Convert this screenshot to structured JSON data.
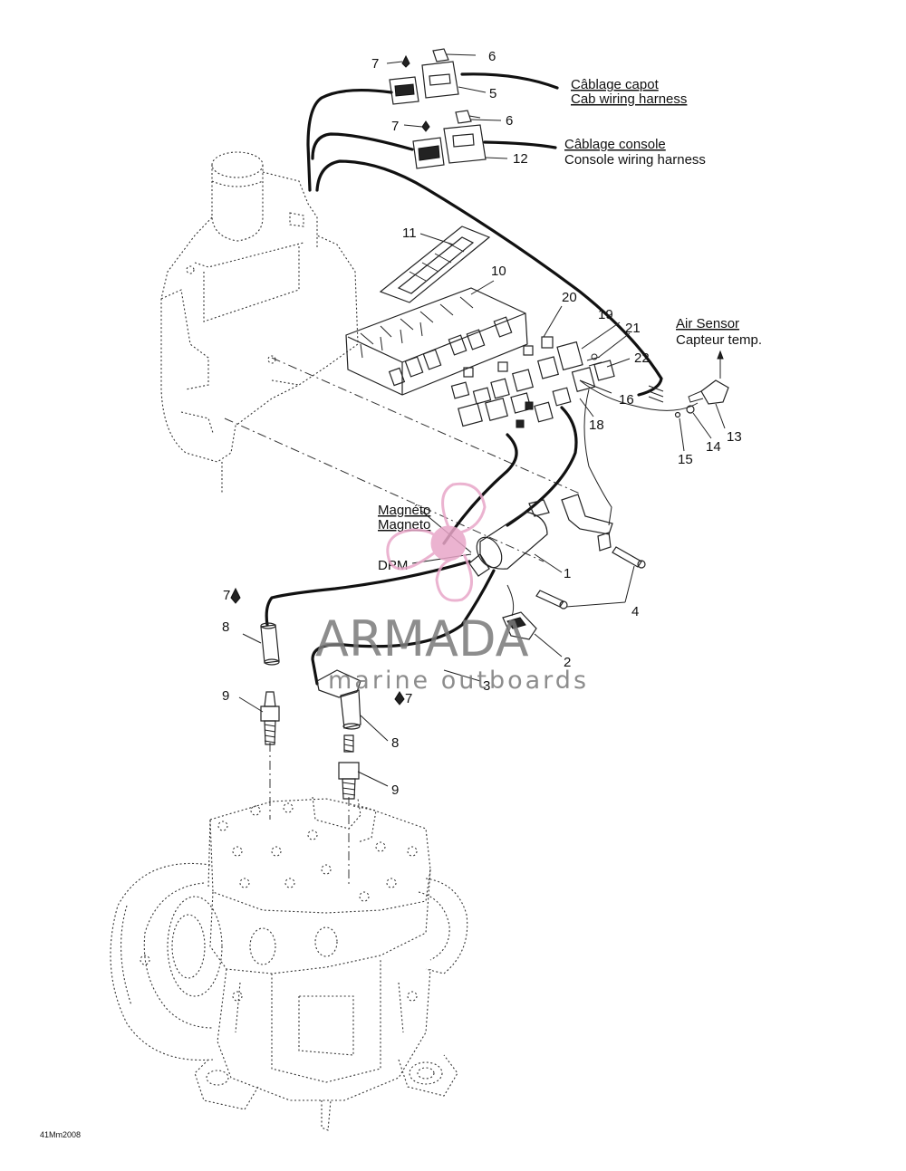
{
  "labels": {
    "cab_fr": "Câblage capot",
    "cab_en": "Cab wiring harness",
    "console_fr": "Câblage console",
    "console_en": "Console wiring harness",
    "air_en": "Air Sensor",
    "air_fr": "Capteur temp.",
    "magneto_fr": "Magnéto",
    "magneto_en": "Magneto",
    "dpm": "DPM"
  },
  "parts": {
    "p1": "1",
    "p2": "2",
    "p3": "3",
    "p4": "4",
    "p5": "5",
    "p6a": "6",
    "p6b": "6",
    "p7a": "7",
    "p7b": "7",
    "p7c": "7",
    "p7d": "7",
    "p8a": "8",
    "p8b": "8",
    "p9a": "9",
    "p9b": "9",
    "p10": "10",
    "p11": "11",
    "p12": "12",
    "p13": "13",
    "p14": "14",
    "p15": "15",
    "p16": "16",
    "p18": "18",
    "p19": "19",
    "p20": "20",
    "p21": "21",
    "p22": "22"
  },
  "watermark": {
    "brand": "ARMADA",
    "tagline": "marine outboards"
  },
  "figure_code": "41Mm2008",
  "colors": {
    "watermark_pink": "#e8a6c8",
    "watermark_gray": "#7a7a7a",
    "line": "#111111"
  }
}
